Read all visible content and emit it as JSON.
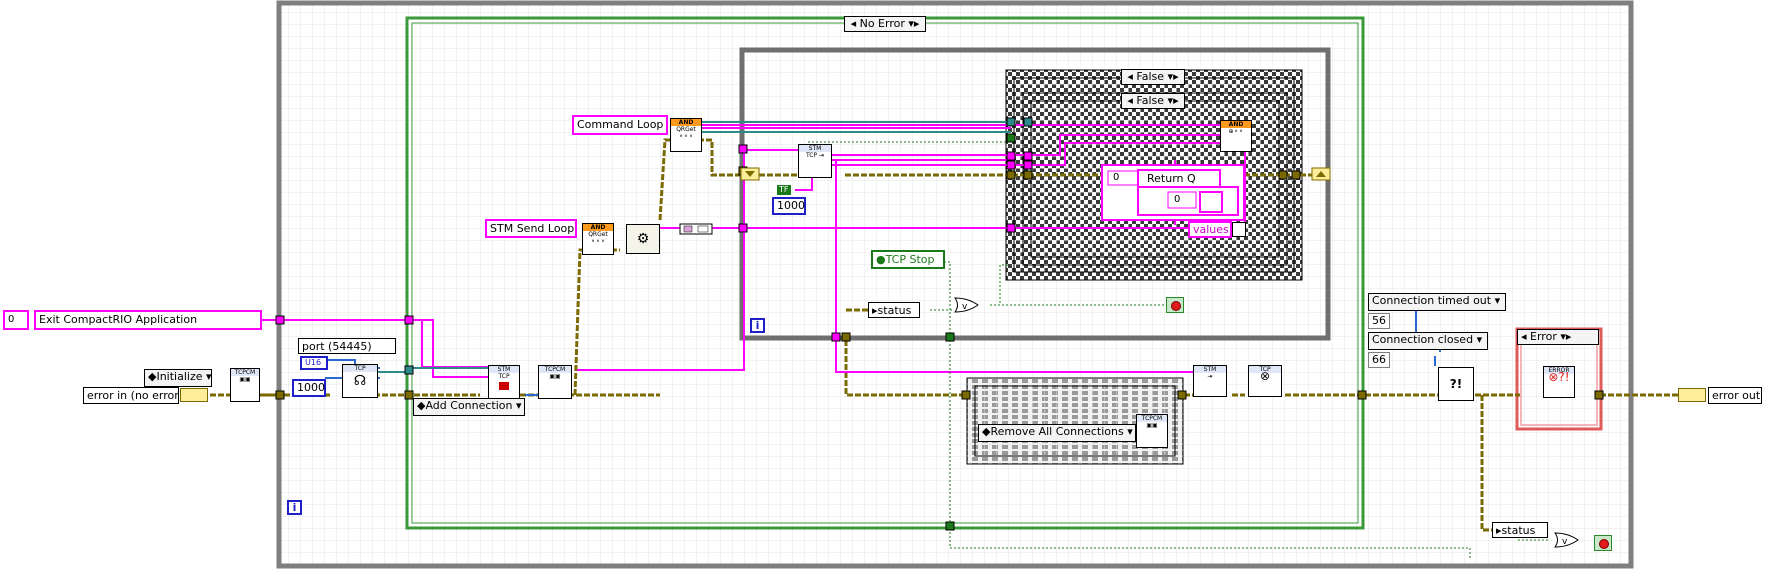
{
  "labels": {
    "exit_constant": "Exit CompactRIO Application",
    "exit_index": "0",
    "error_in": "error in (no error)",
    "error_out": "error out",
    "initialize": "Initialize",
    "port": "port (54445)",
    "port_type": "U16",
    "timeout_1000": "1000",
    "add_connection": "Add Connection",
    "command_loop": "Command Loop",
    "stm_send_loop": "STM Send Loop",
    "tf_label": "TF",
    "inner_timeout": "1000",
    "no_error_case": "No Error",
    "false_case_1": "False",
    "false_case_2": "False",
    "return_q_index": "0",
    "return_q": "Return Q",
    "inner_index": "0",
    "values": "values",
    "tcp_stop": "TCP Stop",
    "status_1": "status",
    "remove_all": "Remove All Connections",
    "conn_timed_out": "Connection timed out",
    "timed_out_code": "56",
    "conn_closed": "Connection closed",
    "closed_code": "66",
    "error_case": "Error",
    "status_2": "status",
    "iter_i": "i",
    "node_and": "AND",
    "node_qrget": "QRGet",
    "node_stm": "STM",
    "node_tcp": "TCP",
    "node_error": "ERROR",
    "node_tcpcm": "TCPCM"
  },
  "colors": {
    "cluster_wire": "#ff00ff",
    "error_wire": "#7a6a00",
    "enum_wire": "#1f1fc8",
    "bool_wire": "#1a7a1a",
    "number_wire": "#2a6ad0",
    "case_border_green": "#3a9a3a",
    "frame_gray": "#7f7f7f",
    "error_case_border": "#e05a5a"
  },
  "icons": [
    "qrget-icon",
    "stm-tcp-icon",
    "tcpcm-icon",
    "tcp-listen-icon",
    "tcp-close-icon",
    "error-handler-icon",
    "merge-errors-icon",
    "or-gate-icon",
    "stop-terminal-icon",
    "iteration-terminal-icon"
  ]
}
